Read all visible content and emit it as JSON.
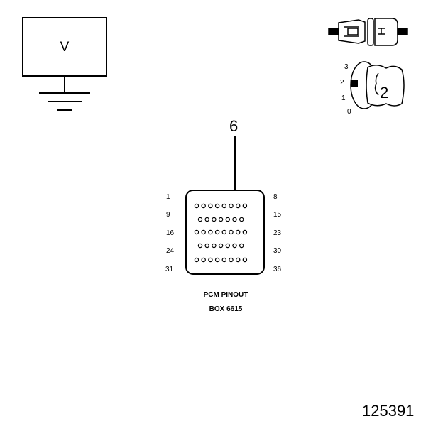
{
  "meter": {
    "symbol": "V"
  },
  "selector": {
    "positions": [
      "3",
      "2",
      "1",
      "0"
    ],
    "callout": "2"
  },
  "pointer": {
    "callout": "6"
  },
  "connector": {
    "pin_labels_left": [
      "1",
      "9",
      "16",
      "24",
      "31"
    ],
    "pin_labels_right": [
      "8",
      "15",
      "23",
      "30",
      "36"
    ],
    "rows": [
      8,
      7,
      8,
      7,
      8
    ]
  },
  "caption": {
    "line1": "PCM PINOUT",
    "line2": "BOX 6615"
  },
  "figure_number": "125391"
}
